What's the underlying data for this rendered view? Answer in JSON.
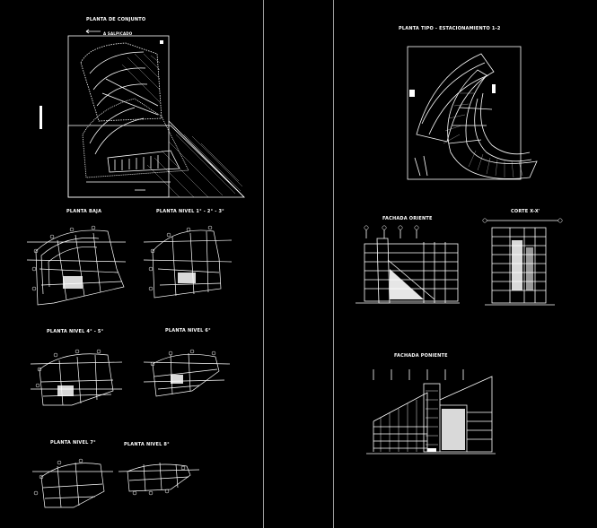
{
  "colors": {
    "background": "#000000",
    "linework": "#ffffff",
    "divider": "#9a9a9a"
  },
  "left_sheet": {
    "site_plan_title": "PLANTA DE CONJUNTO",
    "site_plan_note": "A SALPICADO",
    "plans": [
      {
        "title": "PLANTA BAJA"
      },
      {
        "title": "PLANTA NIVEL 1° - 2° - 3°"
      },
      {
        "title": "PLANTA NIVEL 4° - 5°"
      },
      {
        "title": "PLANTA NIVEL 6°"
      },
      {
        "title": "PLANTA NIVEL 7°"
      },
      {
        "title": "PLANTA NIVEL 8°"
      }
    ]
  },
  "right_sheet": {
    "typical_plan_title": "PLANTA TIPO - ESTACIONAMIENTO 1-2",
    "west_facade_title": "FACHADA ORIENTE",
    "section_title": "CORTE X-X'",
    "main_facade_title": "FACHADA PONIENTE"
  }
}
